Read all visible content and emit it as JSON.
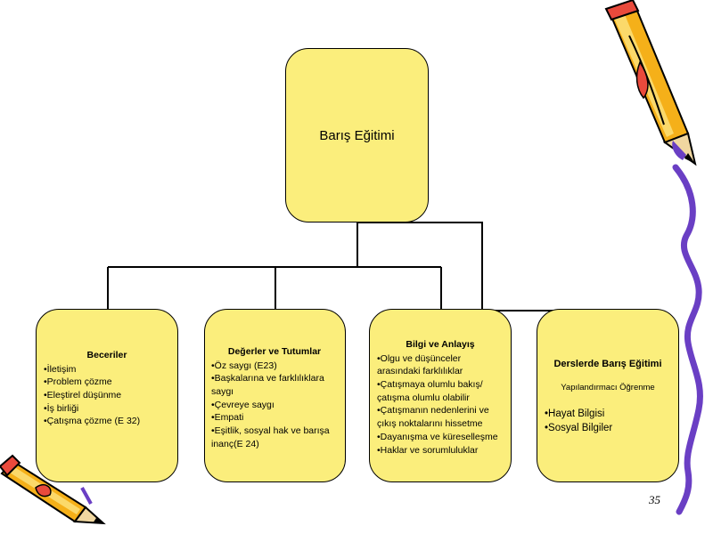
{
  "root": {
    "title": "Barış Eğitimi"
  },
  "children": [
    {
      "title": "Beceriler",
      "items": [
        "•İletişim",
        "•Problem çözme",
        "•Eleştirel düşünme",
        "•İş birliği",
        "•Çatışma çözme (E 32)"
      ]
    },
    {
      "title": "Değerler ve Tutumlar",
      "items": [
        "•Öz saygı (E23)",
        "•Başkalarına ve farklılıklara saygı",
        "•Çevreye saygı",
        "•Empati",
        "•Eşitlik, sosyal hak ve barışa inanç(E 24)"
      ]
    },
    {
      "title": "Bilgi ve Anlayış",
      "items": [
        "•Olgu ve düşünceler arasındaki farklılıklar",
        "•Çatışmaya olumlu bakış/ çatışma olumlu olabilir",
        "•Çatışmanın nedenlerini ve çıkış noktalarını hissetme",
        "•Dayanışma ve küreselleşme",
        "•Haklar ve sorumluluklar"
      ]
    },
    {
      "title": "Derslerde Barış Eğitimi",
      "subtitle": "Yapılandırmacı Öğrenme",
      "items": [
        "•Hayat Bilgisi",
        "•Sosyal Bilgiler"
      ]
    }
  ],
  "page_number": "35",
  "decorations": [
    "pencil-icon-top-right",
    "pencil-icon-bottom-left",
    "purple-ribbon"
  ]
}
